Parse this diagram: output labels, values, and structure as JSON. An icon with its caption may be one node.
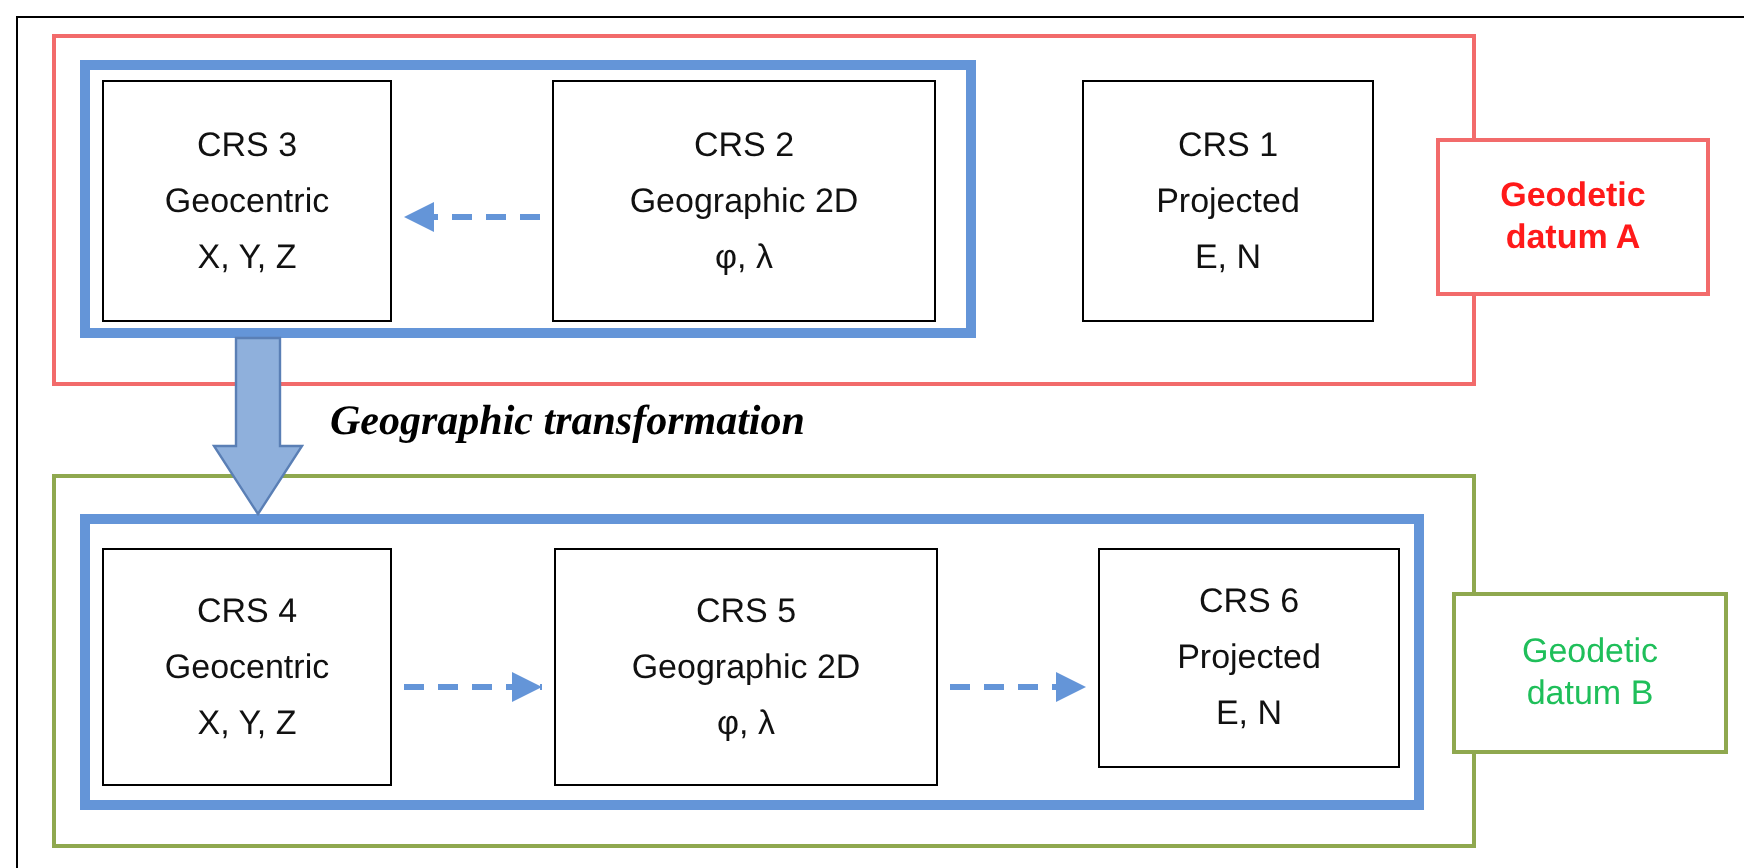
{
  "diagram": {
    "nodes": [
      {
        "text": [],
        "shape": "box"
      },
      {
        "text": [],
        "shape": "box",
        "in": 0
      },
      {
        "text": [
          "CRS 3",
          "Geocentric",
          "X, Y, Z"
        ],
        "in": 1
      },
      {
        "text": [
          "CRS 2",
          "Geographic 2D",
          "φ, λ"
        ],
        "in": 1
      },
      {
        "text": [
          "CRS 1",
          "Projected",
          "E, N"
        ],
        "in": 0
      },
      {
        "text": [
          "Geodetic datum A"
        ]
      },
      {
        "text": [],
        "shape": "box"
      },
      {
        "text": [],
        "shape": "box",
        "in": 6
      },
      {
        "text": [
          "CRS 4",
          "Geocentric",
          "X, Y, Z"
        ],
        "in": 7
      },
      {
        "text": [
          "CRS 5",
          "Geographic 2D",
          "φ, λ"
        ],
        "in": 7
      },
      {
        "text": [
          "CRS 6",
          "Projected",
          "E, N"
        ],
        "in": 7
      },
      {
        "text": [
          "Geodetic datum B"
        ]
      }
    ],
    "edges": [
      {
        "from": 3,
        "to": 2,
        "arrow": "to",
        "style": "dashed"
      },
      {
        "from": 1,
        "to": 7,
        "arrow": "to",
        "style": "thick"
      },
      {
        "from": 8,
        "to": 9,
        "arrow": "to",
        "style": "dashed"
      },
      {
        "from": 9,
        "to": 10,
        "arrow": "to",
        "style": "dashed"
      }
    ],
    "labels": [
      "Geographic transformation"
    ]
  }
}
